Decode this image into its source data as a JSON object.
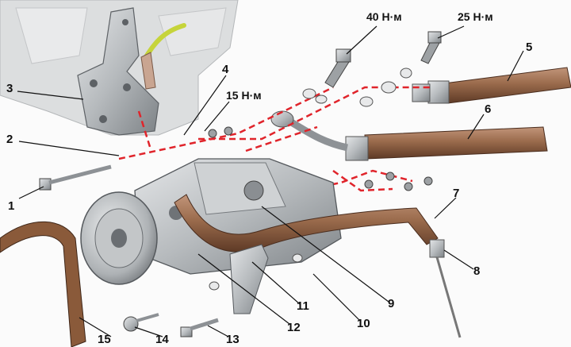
{
  "callouts": {
    "c1": "1",
    "c2": "2",
    "c3": "3",
    "c4": "4",
    "c5": "5",
    "c6": "6",
    "c7": "7",
    "c8": "8",
    "c9": "9",
    "c10": "10",
    "c11": "11",
    "c12": "12",
    "c13": "13",
    "c14": "14",
    "c15": "15"
  },
  "torques": {
    "t40": "40 Н·м",
    "t25": "25 Н·м",
    "t15": "15 Н·м"
  },
  "colors": {
    "hose": "#9a6b4c",
    "hose_dark": "#6e4630",
    "metal": "#b9bcbf",
    "metal_dark": "#6c7074",
    "dash_line": "#e0242b",
    "wire": "#c6d43a",
    "belt": "#8a5a3a"
  }
}
